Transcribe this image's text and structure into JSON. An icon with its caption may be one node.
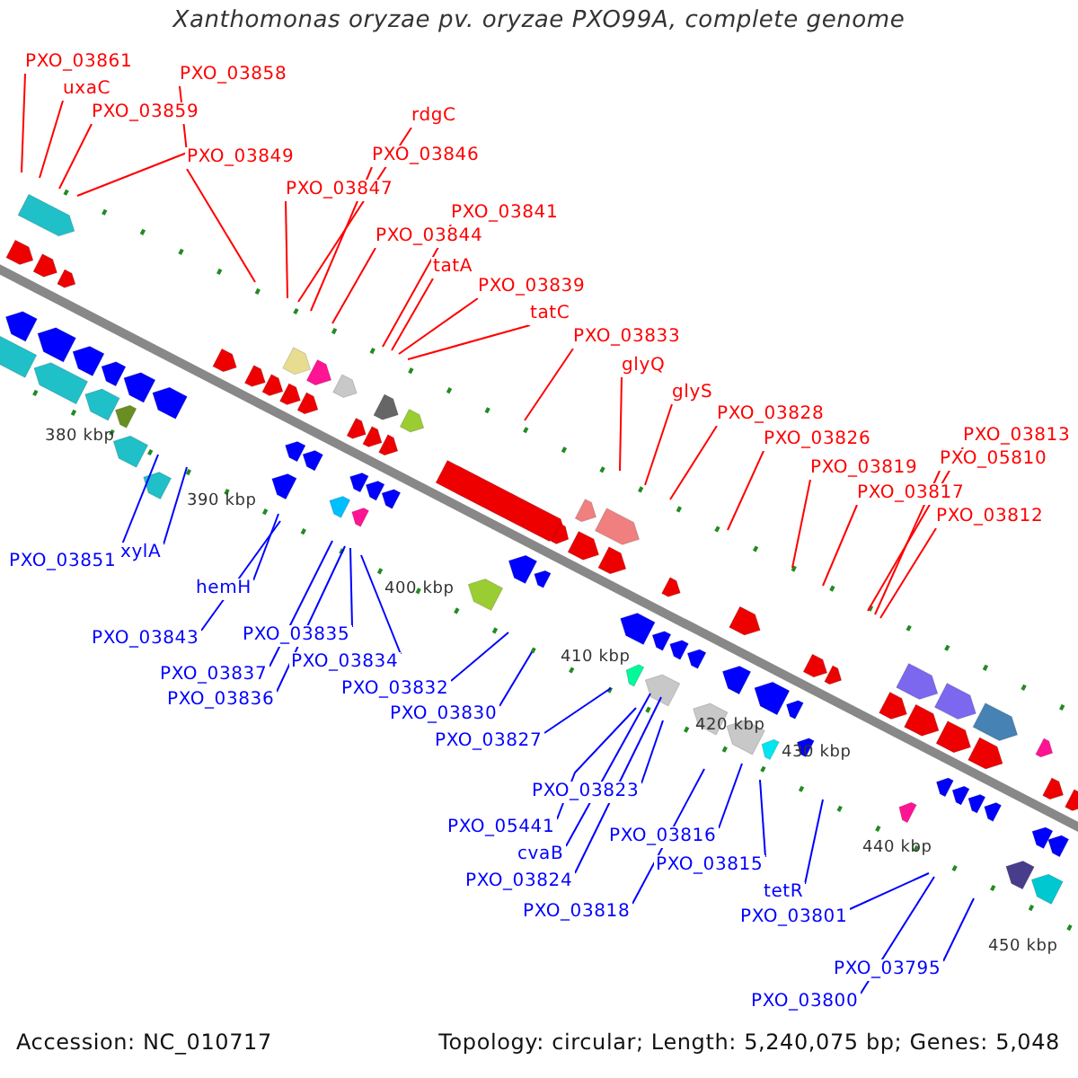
{
  "diagram": {
    "title": "Xanthomonas oryzae pv. oryzae PXO99A, complete genome",
    "nodes": [
      {
        "text": [
          "PXO_03861"
        ]
      },
      {
        "text": [
          "uxaC"
        ]
      },
      {
        "text": [
          "PXO_03859"
        ]
      },
      {
        "text": [
          "PXO_03858"
        ]
      },
      {
        "text": [
          "PXO_03849"
        ]
      },
      {
        "text": [
          "rdgC"
        ]
      },
      {
        "text": [
          "PXO_03846"
        ]
      },
      {
        "text": [
          "PXO_03847"
        ]
      },
      {
        "text": [
          "PXO_03844"
        ]
      },
      {
        "text": [
          "PXO_03841"
        ]
      },
      {
        "text": [
          "tatA"
        ]
      },
      {
        "text": [
          "PXO_03839"
        ]
      },
      {
        "text": [
          "tatC"
        ]
      },
      {
        "text": [
          "PXO_03833"
        ]
      },
      {
        "text": [
          "glyQ"
        ]
      },
      {
        "text": [
          "glyS"
        ]
      },
      {
        "text": [
          "PXO_03828"
        ]
      },
      {
        "text": [
          "PXO_03826"
        ]
      },
      {
        "text": [
          "PXO_03819"
        ]
      },
      {
        "text": [
          "PXO_03817"
        ]
      },
      {
        "text": [
          "PXO_03813"
        ]
      },
      {
        "text": [
          "PXO_05810"
        ]
      },
      {
        "text": [
          "PXO_03812"
        ]
      },
      {
        "text": [
          "PXO_03851"
        ]
      },
      {
        "text": [
          "xylA"
        ]
      },
      {
        "text": [
          "hemH"
        ]
      },
      {
        "text": [
          "PXO_03843"
        ]
      },
      {
        "text": [
          "PXO_03835"
        ]
      },
      {
        "text": [
          "PXO_03834"
        ]
      },
      {
        "text": [
          "PXO_03837"
        ]
      },
      {
        "text": [
          "PXO_03836"
        ]
      },
      {
        "text": [
          "PXO_03832"
        ]
      },
      {
        "text": [
          "PXO_03830"
        ]
      },
      {
        "text": [
          "PXO_03827"
        ]
      },
      {
        "text": [
          "PXO_03823"
        ]
      },
      {
        "text": [
          "PXO_05441"
        ]
      },
      {
        "text": [
          "cvaB"
        ]
      },
      {
        "text": [
          "PXO_03824"
        ]
      },
      {
        "text": [
          "PXO_03818"
        ]
      },
      {
        "text": [
          "PXO_03816"
        ]
      },
      {
        "text": [
          "PXO_03815"
        ]
      },
      {
        "text": [
          "tetR"
        ]
      },
      {
        "text": [
          "PXO_03801"
        ]
      },
      {
        "text": [
          "PXO_03795"
        ]
      },
      {
        "text": [
          "PXO_03800"
        ]
      }
    ],
    "edges": [
      {
        "from": 0,
        "to": null,
        "arrow": "none"
      },
      {
        "from": 1,
        "to": null,
        "arrow": "none"
      },
      {
        "from": 2,
        "to": null,
        "arrow": "none"
      },
      {
        "from": 3,
        "to": null,
        "arrow": "none"
      },
      {
        "from": 4,
        "to": null,
        "arrow": "none"
      },
      {
        "from": 5,
        "to": null,
        "arrow": "none"
      },
      {
        "from": 6,
        "to": null,
        "arrow": "none"
      },
      {
        "from": 7,
        "to": null,
        "arrow": "none"
      },
      {
        "from": 8,
        "to": null,
        "arrow": "none"
      },
      {
        "from": 9,
        "to": null,
        "arrow": "none"
      },
      {
        "from": 10,
        "to": null,
        "arrow": "none"
      },
      {
        "from": 11,
        "to": null,
        "arrow": "none"
      },
      {
        "from": 12,
        "to": null,
        "arrow": "none"
      },
      {
        "from": 13,
        "to": null,
        "arrow": "none"
      },
      {
        "from": 14,
        "to": null,
        "arrow": "none"
      },
      {
        "from": 15,
        "to": null,
        "arrow": "none"
      },
      {
        "from": 16,
        "to": null,
        "arrow": "none"
      },
      {
        "from": 17,
        "to": null,
        "arrow": "none"
      },
      {
        "from": 18,
        "to": null,
        "arrow": "none"
      },
      {
        "from": 19,
        "to": null,
        "arrow": "none"
      },
      {
        "from": 20,
        "to": null,
        "arrow": "none"
      },
      {
        "from": 21,
        "to": null,
        "arrow": "none"
      },
      {
        "from": 22,
        "to": null,
        "arrow": "none"
      },
      {
        "from": 23,
        "to": null,
        "arrow": "none",
        "color": "#0000ff"
      },
      {
        "from": 24,
        "to": null,
        "arrow": "none",
        "color": "#0000ff"
      },
      {
        "from": 25,
        "to": null,
        "arrow": "none",
        "color": "#0000ff"
      },
      {
        "from": 26,
        "to": null,
        "arrow": "none",
        "color": "#0000ff"
      },
      {
        "from": 27,
        "to": null,
        "arrow": "none",
        "color": "#0000ff"
      },
      {
        "from": 28,
        "to": null,
        "arrow": "none",
        "color": "#0000ff"
      },
      {
        "from": 29,
        "to": null,
        "arrow": "none",
        "color": "#0000ff"
      },
      {
        "from": 30,
        "to": null,
        "arrow": "none",
        "color": "#0000ff"
      },
      {
        "from": 31,
        "to": null,
        "arrow": "none",
        "color": "#0000ff"
      },
      {
        "from": 32,
        "to": null,
        "arrow": "none",
        "color": "#0000ff"
      },
      {
        "from": 33,
        "to": null,
        "arrow": "none",
        "color": "#0000ff"
      },
      {
        "from": 34,
        "to": null,
        "arrow": "none",
        "color": "#0000ff"
      },
      {
        "from": 35,
        "to": null,
        "arrow": "none",
        "color": "#0000ff"
      },
      {
        "from": 36,
        "to": null,
        "arrow": "none",
        "color": "#0000ff"
      },
      {
        "from": 37,
        "to": null,
        "arrow": "none",
        "color": "#0000ff"
      },
      {
        "from": 38,
        "to": null,
        "arrow": "none",
        "color": "#0000ff"
      },
      {
        "from": 39,
        "to": null,
        "arrow": "none",
        "color": "#0000ff"
      },
      {
        "from": 40,
        "to": null,
        "arrow": "none",
        "color": "#0000ff"
      },
      {
        "from": 41,
        "to": null,
        "arrow": "none",
        "color": "#0000ff"
      },
      {
        "from": 42,
        "to": null,
        "arrow": "none",
        "color": "#0000ff"
      },
      {
        "from": 43,
        "to": null,
        "arrow": "none",
        "color": "#0000ff"
      },
      {
        "from": 44,
        "to": null,
        "arrow": "none",
        "color": "#0000ff"
      }
    ],
    "labels": [
      "380 kbp",
      "390 kbp",
      "400 kbp",
      "410 kbp",
      "420 kbp",
      "430 kbp",
      "440 kbp",
      "450 kbp",
      "Accession: NC_010717",
      "Topology: circular; Length: 5,240,075 bp; Genes: 5,048"
    ]
  }
}
